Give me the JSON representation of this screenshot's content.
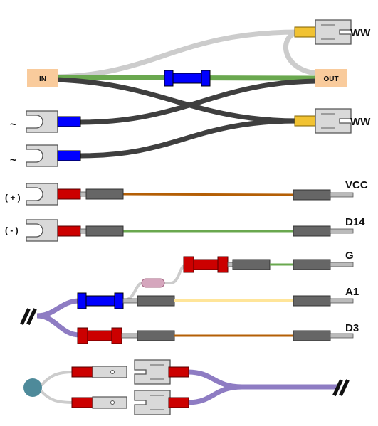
{
  "labels": {
    "in": "IN",
    "out": "OUT",
    "ww_top": "WW",
    "ww_mid": "WW",
    "tilde_1": "~",
    "tilde_2": "~",
    "plus": "( + )",
    "minus": "( - )",
    "vcc": "VCC",
    "d14": "D14",
    "g": "G",
    "a1": "A1",
    "d3": "D3"
  },
  "colors": {
    "dark_wire": "#3f3f3f",
    "green_wire": "#6aa84f",
    "light_gray_wire": "#cccccc",
    "brown_wire": "#b45f06",
    "yellow_wire": "#ffe599",
    "purple_wire": "#8e7cc3",
    "pink_sleeve": "#d5a6bd",
    "blue_connector": "#0000ff",
    "red_connector": "#cc0000",
    "terminal_block": "#f9cb9c",
    "spade_lug": "#d9d9d9",
    "yellow_crimp": "#f1c232",
    "header_pin": "#666666",
    "round_sensor": "#4e8a9a"
  }
}
